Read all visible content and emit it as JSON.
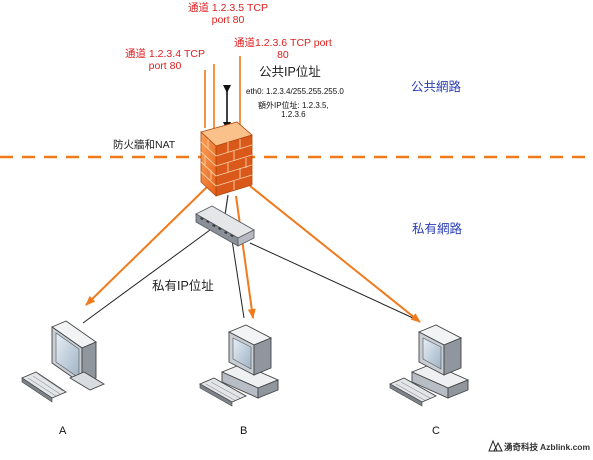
{
  "tunnels": [
    {
      "line1": "通道 1.2.3.5 TCP",
      "line2": "port 80"
    },
    {
      "line1": "通道 1.2.3.4 TCP",
      "line2": "port 80"
    },
    {
      "line1": "通道1.2.3.6 TCP port",
      "line2": "80"
    }
  ],
  "public_ip_label": "公共IP位址",
  "eth0_text": "eth0: 1.2.3.4/255.255.255.0",
  "extra_ip_line1": "額外IP位址: 1.2.3.5,",
  "extra_ip_line2": "1.2.3.6",
  "public_network_label": "公共網路",
  "firewall_label": "防火牆和NAT",
  "private_network_label": "私有網路",
  "private_ip_label": "私有IP位址",
  "computers": [
    {
      "label": "A"
    },
    {
      "label": "B"
    },
    {
      "label": "C"
    }
  ],
  "brand": {
    "name": "湧奇科技",
    "site": "Azblink.com"
  },
  "colors": {
    "arrow": "#f07a1c",
    "divider": "#f07a1c",
    "tunnel_text": "#e02020",
    "zone_text": "#2a3fb8",
    "firewall": "#f07a2a"
  }
}
